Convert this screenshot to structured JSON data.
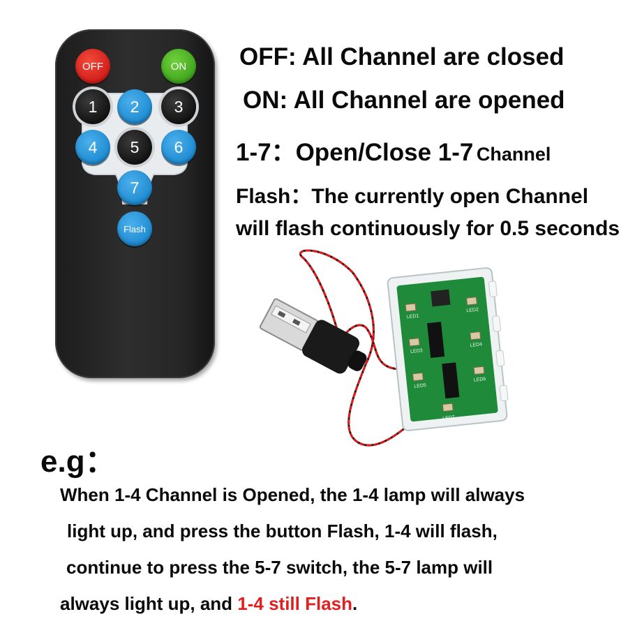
{
  "remote": {
    "buttons": {
      "off": "OFF",
      "on": "ON",
      "b1": "1",
      "b2": "2",
      "b3": "3",
      "b4": "4",
      "b5": "5",
      "b6": "6",
      "b7": "7",
      "flash": "Flash"
    },
    "colors": {
      "off": "#d01c17",
      "on": "#3ea31c",
      "blue": "#1f8bd1",
      "body": "#222222"
    }
  },
  "instructions": {
    "off_line": "OFF: All Channel are closed",
    "on_line": "ON: All Channel are opened",
    "range_prefix": "1-7：Open/Close 1-7",
    "range_suffix": "Channel",
    "flash_line_1": "Flash：The currently open Channel",
    "flash_line_2": "will flash continuously for 0.5 seconds"
  },
  "device": {
    "led_labels": [
      "LED1",
      "LED2",
      "LED3",
      "LED4",
      "LED5",
      "LED6",
      "LED7"
    ]
  },
  "example": {
    "heading": "e.g：",
    "line_1": "When 1-4 Channel is Opened, the 1-4 lamp will always",
    "line_2": "light up, and press the button Flash, 1-4 will flash,",
    "line_3": "continue to press the 5-7 switch, the 5-7 lamp will",
    "line_4_prefix": "always light up, and",
    "line_4_highlight": "1-4 still Flash",
    "line_4_suffix": "."
  }
}
